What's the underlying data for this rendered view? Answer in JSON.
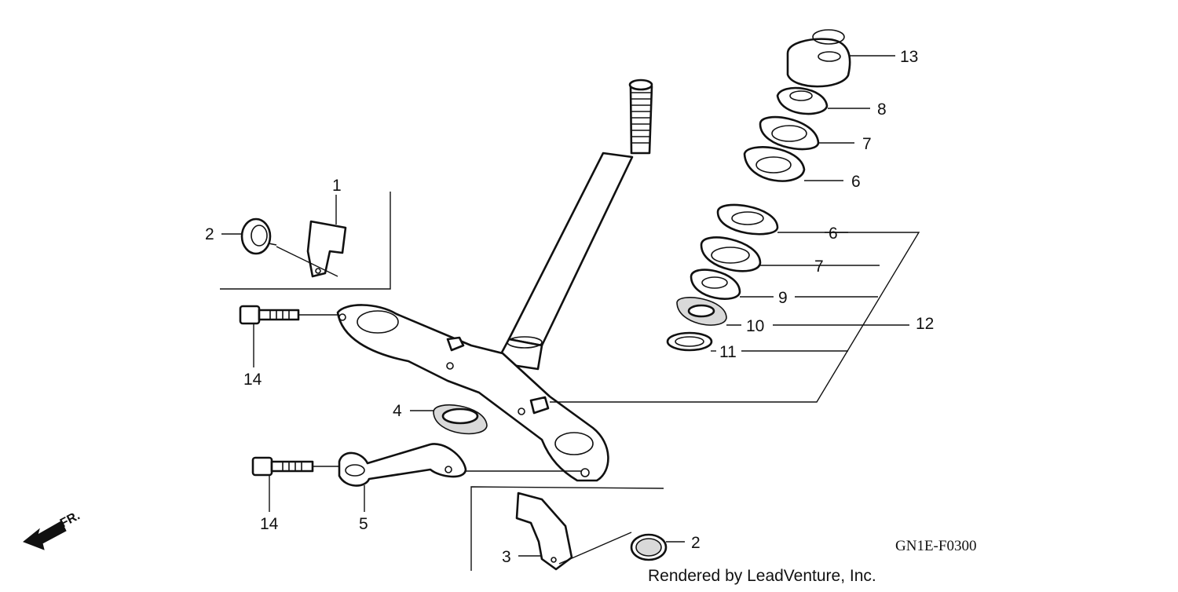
{
  "diagram": {
    "code": "GN1E-F0300",
    "credit": "Rendered by LeadVenture, Inc.",
    "direction_label": "FR.",
    "callouts": {
      "c1": "1",
      "c2a": "2",
      "c2b": "2",
      "c3": "3",
      "c4": "4",
      "c5": "5",
      "c6a": "6",
      "c6b": "6",
      "c7a": "7",
      "c7b": "7",
      "c8": "8",
      "c9": "9",
      "c10": "10",
      "c11": "11",
      "c12": "12",
      "c13": "13",
      "c14a": "14",
      "c14b": "14"
    }
  }
}
